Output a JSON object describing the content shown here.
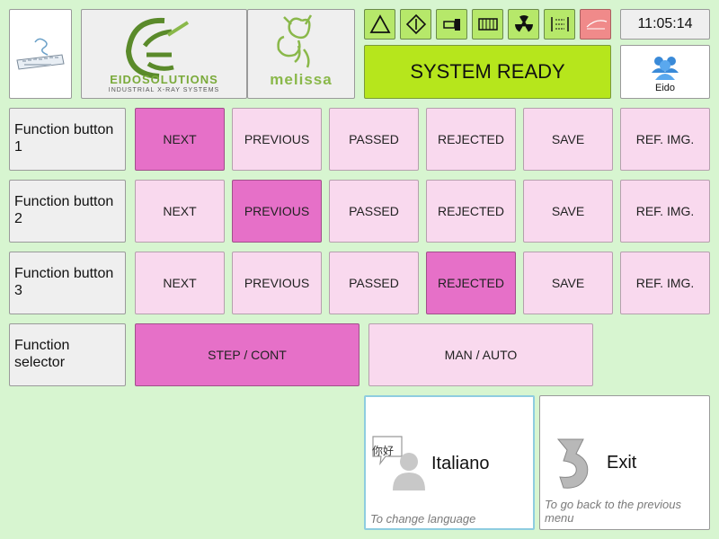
{
  "header": {
    "logo_eido_main": "EIDOSOLUTIONS",
    "logo_eido_sub": "INDUSTRIAL X-RAY SYSTEMS",
    "logo_melissa": "melissa",
    "clock": "11:05:14",
    "status": "SYSTEM READY",
    "user_name": "Eido",
    "icons": [
      "warning-icon",
      "diamond-arrow-icon",
      "plug-icon",
      "film-icon",
      "radiation-icon",
      "grid-columns-icon",
      "brand-logo-icon"
    ]
  },
  "rows": [
    {
      "label": "Function button 1",
      "buttons": [
        "NEXT",
        "PREVIOUS",
        "PASSED",
        "REJECTED",
        "SAVE",
        "REF. IMG."
      ]
    },
    {
      "label": "Function button 2",
      "buttons": [
        "NEXT",
        "PREVIOUS",
        "PASSED",
        "REJECTED",
        "SAVE",
        "REF. IMG."
      ]
    },
    {
      "label": "Function button 3",
      "buttons": [
        "NEXT",
        "PREVIOUS",
        "PASSED",
        "REJECTED",
        "SAVE",
        "REF. IMG."
      ]
    }
  ],
  "selector": {
    "label": "Function selector",
    "options": [
      "STEP / CONT",
      "MAN / AUTO"
    ]
  },
  "language": {
    "speech_text": "你好",
    "title": "Italiano",
    "hint": "To change language"
  },
  "exit": {
    "title": "Exit",
    "hint": "To go back to the previous menu"
  },
  "colors": {
    "background": "#d7f5d0",
    "status": "#b6e61c",
    "button": "#f9d9ee",
    "button_active": "#e670c8",
    "icon_button": "#b6e86a"
  }
}
